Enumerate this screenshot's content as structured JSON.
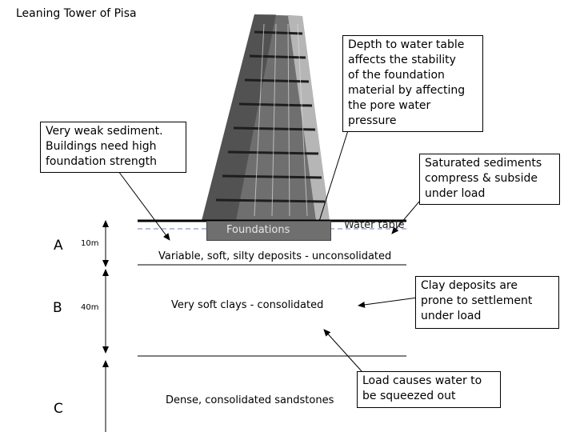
{
  "title": "Leaning Tower of Pisa",
  "callouts": {
    "water_table_depth": "Depth to water table\naffects the stability\nof the foundation\nmaterial by affecting\nthe pore water\npressure",
    "weak_sediment": "Very weak sediment.\nBuildings need high\nfoundation strength",
    "saturated": "Saturated sediments\ncompress & subside\nunder load",
    "clay": "Clay deposits are\nprone to settlement\nunder load",
    "load_water": "Load causes water to\nbe squeezed out"
  },
  "labels": {
    "foundations": "Foundations",
    "water_table": "Water table"
  },
  "layers": [
    {
      "id": "A",
      "depth": "10m",
      "description": "Variable, soft, silty deposits - unconsolidated"
    },
    {
      "id": "B",
      "depth": "40m",
      "description": "Very soft clays - consolidated"
    },
    {
      "id": "C",
      "depth": "",
      "description": "Dense, consolidated sandstones"
    }
  ]
}
